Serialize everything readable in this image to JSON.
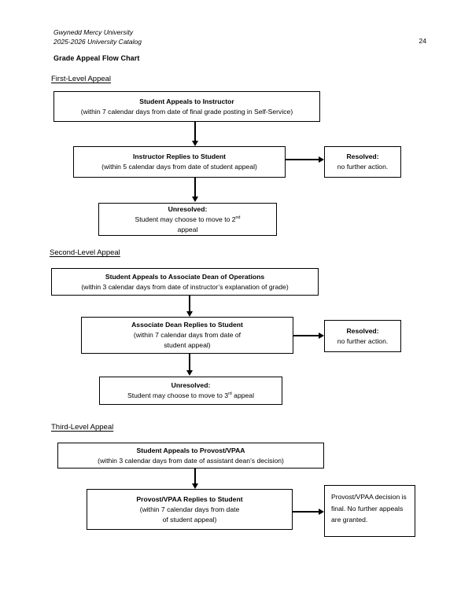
{
  "header": {
    "university": "Gwynedd Mercy University",
    "catalog": "2025-2026 University Catalog",
    "page_number": "24"
  },
  "document": {
    "title": "Grade Appeal Flow Chart"
  },
  "sections": [
    {
      "heading": "First-Level Appeal",
      "boxes": {
        "start": {
          "title": "Student Appeals to Instructor",
          "detail": "(within 7 calendar days from date of final grade posting in Self-Service)"
        },
        "reply": {
          "title": "Instructor Replies to Student",
          "detail": "(within 5 calendar days from date of student appeal)"
        },
        "resolved": {
          "title": "Resolved:",
          "detail": "no further action."
        },
        "unresolved": {
          "title": "Unresolved:",
          "detail_pre": "Student may choose to move to 2",
          "detail_sup": "nd",
          "detail_post": " appeal"
        }
      }
    },
    {
      "heading": "Second-Level Appeal",
      "boxes": {
        "start": {
          "title": "Student Appeals to Associate Dean of Operations",
          "detail": "(within 3 calendar days from date of instructor’s explanation of grade)"
        },
        "reply": {
          "title": "Associate Dean Replies to Student",
          "detail_line1": "(within 7 calendar days from date of",
          "detail_line2": "student appeal)"
        },
        "resolved": {
          "title": "Resolved:",
          "detail": "no further action."
        },
        "unresolved": {
          "title": "Unresolved:",
          "detail_pre": "Student may choose to move to 3",
          "detail_sup": "rd",
          "detail_post": " appeal"
        }
      }
    },
    {
      "heading": "Third-Level Appeal",
      "boxes": {
        "start": {
          "title": "Student Appeals to Provost/VPAA",
          "detail": "(within 3 calendar days from date of assistant dean’s decision)"
        },
        "reply": {
          "title": "Provost/VPAA Replies to Student",
          "detail_line1": "(within 7 calendar days from date",
          "detail_line2": "of student appeal)"
        },
        "final": {
          "detail": "Provost/VPAA decision is final. No further appeals are granted."
        }
      }
    }
  ],
  "colors": {
    "ink": "#000000",
    "paper": "#ffffff"
  }
}
